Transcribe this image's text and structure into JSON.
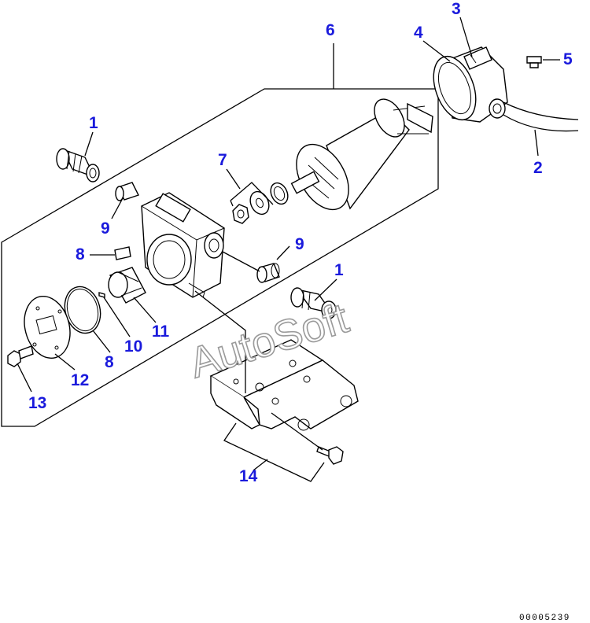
{
  "callouts": {
    "c1a": "1",
    "c1b": "1",
    "c2": "2",
    "c3": "3",
    "c4": "4",
    "c5": "5",
    "c6": "6",
    "c7": "7",
    "c8a": "8",
    "c8b": "8",
    "c9a": "9",
    "c9b": "9",
    "c10": "10",
    "c11": "11",
    "c12": "12",
    "c13": "13",
    "c14": "14"
  },
  "watermark": "AutoSoft",
  "doc_number": "00005239",
  "colors": {
    "callout": "#1a1adc",
    "line": "#000000",
    "watermark_stroke": "#9a9a9a"
  }
}
